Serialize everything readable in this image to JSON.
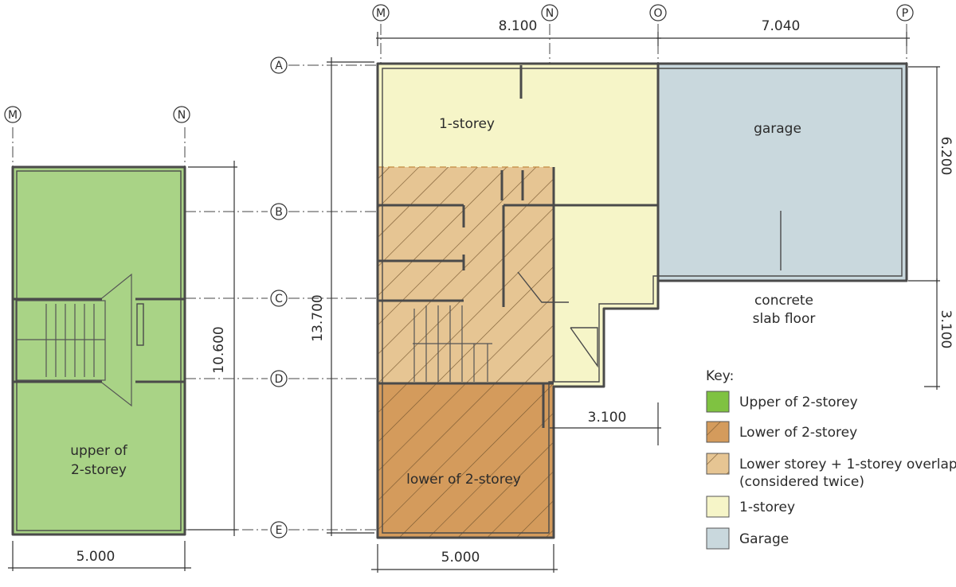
{
  "colors": {
    "upper_two_storey": "#a9d386",
    "lower_two_storey": "#d49b5c",
    "overlap": "#e6c593",
    "one_storey": "#f6f5c8",
    "garage": "#c9d8dd",
    "hatch": "#7a5a32",
    "swatch_upper": "#7fc241"
  },
  "grid_markers": {
    "left_m": "M",
    "left_n": "N",
    "top_m": "M",
    "top_n": "N",
    "top_o": "O",
    "top_p": "P",
    "row_a": "A",
    "row_b": "B",
    "row_c": "C",
    "row_d": "D",
    "row_e": "E"
  },
  "dimensions": {
    "top_mo": "8.100",
    "top_op": "7.040",
    "right_upper": "6.200",
    "right_lower": "3.100",
    "left_plan_height": "10.600",
    "main_height": "13.700",
    "left_plan_width": "5.000",
    "main_bottom_width": "5.000",
    "step_width": "3.100"
  },
  "rooms": {
    "one_storey": "1-storey",
    "garage": "garage",
    "concrete_line1": "concrete",
    "concrete_line2": "slab floor",
    "upper_line1": "upper of",
    "upper_line2": "2-storey",
    "lower": "lower of 2-storey"
  },
  "key": {
    "title": "Key:",
    "items": [
      {
        "label": "Upper of 2-storey"
      },
      {
        "label": "Lower of 2-storey"
      },
      {
        "label_line1": "Lower storey + 1-storey overlap",
        "label_line2": "(considered twice)"
      },
      {
        "label": "1-storey"
      },
      {
        "label": "Garage"
      }
    ]
  },
  "icons": {
    "grid_bubble": "circle-icon",
    "dimension_tick": "slash-tick-icon"
  }
}
